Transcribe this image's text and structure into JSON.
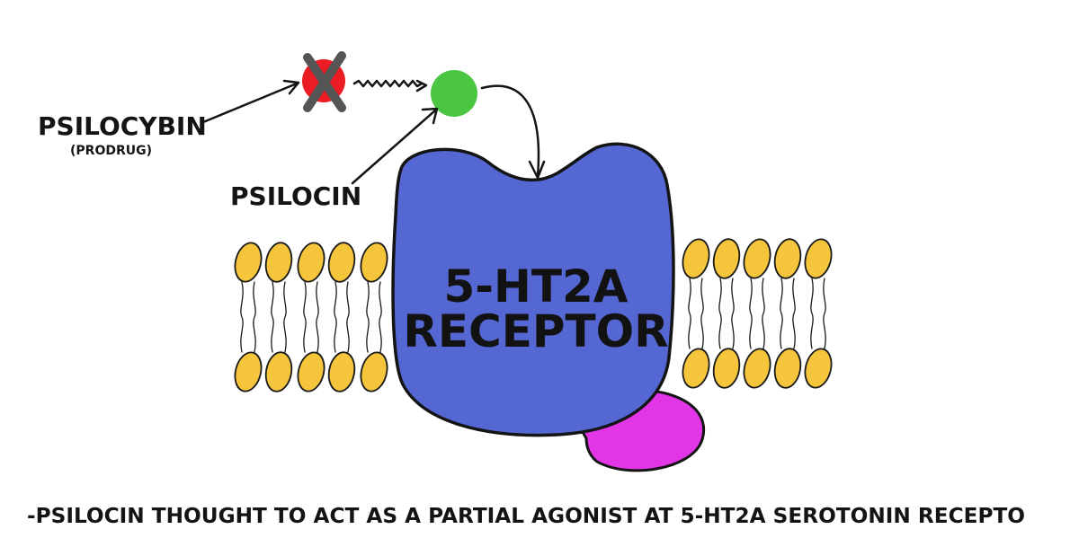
{
  "labels": {
    "psilocybin": "PSILOCYBIN",
    "prodrug": "(PRODRUG)",
    "psilocin": "PSILOCIN",
    "receptor_line1": "5-HT2A",
    "receptor_line2": "RECEPTOR"
  },
  "caption": "-PSILOCIN THOUGHT TO ACT AS A PARTIAL AGONIST AT 5-HT2A SEROTONIN RECEPTO",
  "colors": {
    "psilocybin_molecule": "#ec1c24",
    "cross_mark": "#555555",
    "psilocin_molecule": "#4cc642",
    "receptor": "#5567d2",
    "g_protein": "#e236e6",
    "lipid_head": "#f5c63c",
    "ink": "#141414"
  }
}
